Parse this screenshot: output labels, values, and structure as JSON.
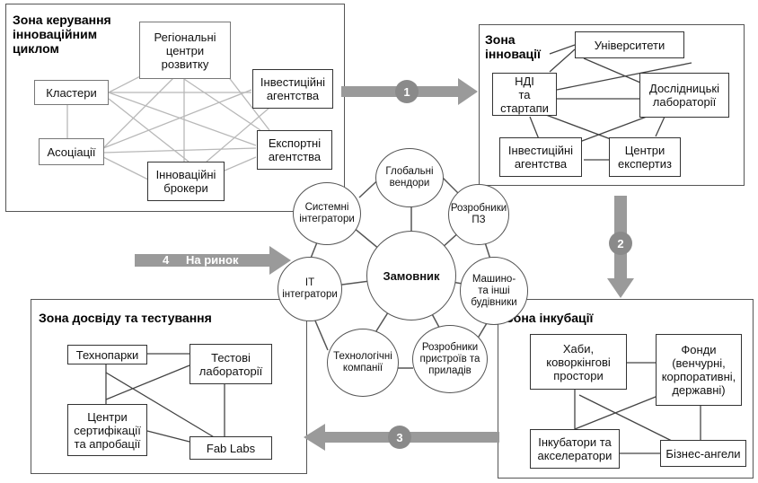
{
  "zones": {
    "management": {
      "title": "Зона керування\nінноваційним\nциклом",
      "nodes": {
        "regional": "Регіональні\nцентри\nрозвитку",
        "clusters": "Кластери",
        "invest": "Інвестиційні\nагентства",
        "associations": "Асоціації",
        "export": "Експортні\nагентства",
        "brokers": "Інноваційні\nброкери"
      }
    },
    "innovation": {
      "title": "Зона\nінновації",
      "nodes": {
        "universities": "Університети",
        "ndi": "НДІ\nта стартапи",
        "labs": "Дослідницькі\nлабораторії",
        "invest": "Інвестиційні\nагентства",
        "expertise": "Центри\nекспертиз"
      }
    },
    "testing": {
      "title": "Зона досвіду та тестування",
      "nodes": {
        "technoparks": "Технопарки",
        "testlabs": "Тестові\nлабораторії",
        "certification": "Центри\nсертифікації\nта апробації",
        "fablabs": "Fab Labs"
      }
    },
    "incubation": {
      "title": "Зона інкубації",
      "nodes": {
        "hubs": "Хаби,\nковоркінгові\nпростори",
        "funds": "Фонди\n(венчурні,\nкорпоративні,\nдержавні)",
        "incubators": "Інкубатори та\nакселератори",
        "angels": "Бізнес-ангели"
      }
    }
  },
  "center": {
    "label": "Замовник",
    "satellites": {
      "vendors": "Глобальні\nвендори",
      "software": "Розробники\nПЗ",
      "builders": "Машино-\nта інші\nбудівники",
      "devices": "Розробники\nпристроїв та\nприладів",
      "tech": "Технологічні\nкомпанії",
      "it": "ІТ\nінтегратори",
      "system": "Системні\nінтегратори"
    }
  },
  "arrows": {
    "a1": "1",
    "a2": "2",
    "a3": "3",
    "a4": "4",
    "market": "На ринок"
  },
  "colors": {
    "arrow": "#9a9a9a",
    "badge": "#8a8a8a",
    "border": "#555555",
    "line": "#bdbdbd"
  }
}
